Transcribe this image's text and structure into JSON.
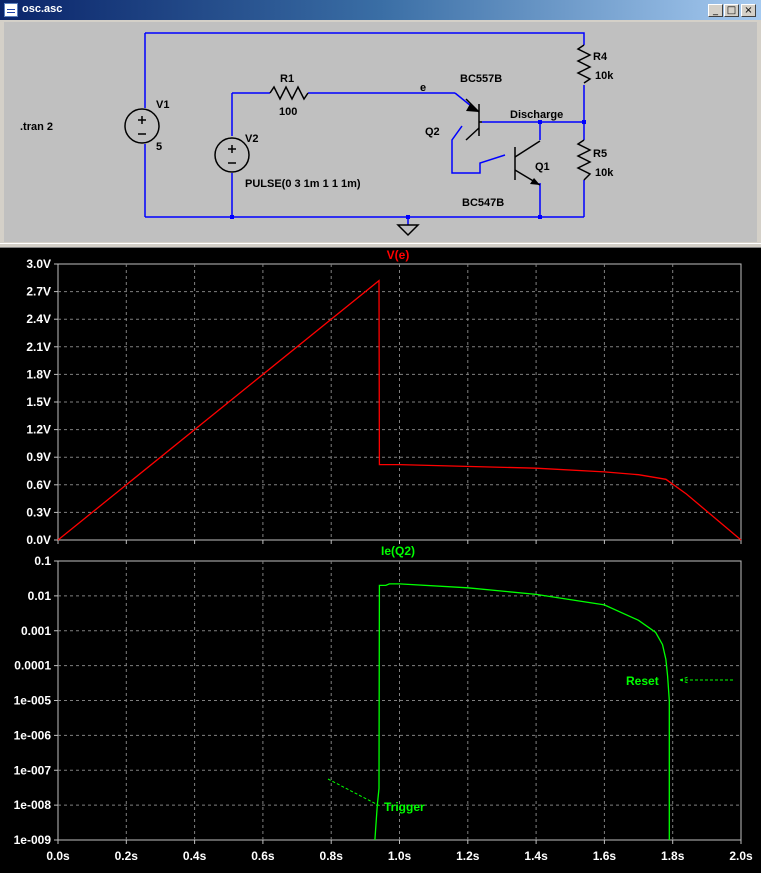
{
  "window": {
    "title": "osc.asc",
    "buttons": {
      "minimize": "_",
      "maximize": "□",
      "close": "×"
    }
  },
  "schematic": {
    "directive": ".tran 2",
    "v1": {
      "name": "V1",
      "value": "5"
    },
    "v2": {
      "name": "V2",
      "value": "PULSE(0 3 1m 1 1 1m)"
    },
    "r1": {
      "name": "R1",
      "value": "100"
    },
    "r4": {
      "name": "R4",
      "value": "10k"
    },
    "r5": {
      "name": "R5",
      "value": "10k"
    },
    "q1": {
      "name": "Q1",
      "model": "BC547B"
    },
    "q2": {
      "name": "Q2",
      "model": "BC557B"
    },
    "net_e": "e",
    "net_discharge": "Discharge",
    "colors": {
      "wire": "#0000ff",
      "component": "#000000",
      "background": "#c0c0c0"
    }
  },
  "plots": {
    "colors": {
      "background": "#000000",
      "grid": "#808080",
      "axis_text": "#ffffff",
      "frame": "#c0c0c0",
      "trace1": "#ff0000",
      "trace2": "#00ff00"
    },
    "annotations": {
      "reset": "Reset",
      "trigger": "Trigger"
    }
  },
  "chart_data": [
    {
      "type": "line",
      "title": "V(e)",
      "xlim": [
        0,
        2.0
      ],
      "ylim": [
        0,
        3.0
      ],
      "x_ticks": [
        "0.0s",
        "0.2s",
        "0.4s",
        "0.6s",
        "0.8s",
        "1.0s",
        "1.2s",
        "1.4s",
        "1.6s",
        "1.8s",
        "2.0s"
      ],
      "y_ticks": [
        "0.0V",
        "0.3V",
        "0.6V",
        "0.9V",
        "1.2V",
        "1.5V",
        "1.8V",
        "2.1V",
        "2.4V",
        "2.7V",
        "3.0V"
      ],
      "series": [
        {
          "name": "V(e)",
          "color": "#ff0000",
          "x": [
            0,
            0.5,
            0.94,
            0.941,
            1.0,
            1.4,
            1.6,
            1.7,
            1.78,
            1.84,
            2.0
          ],
          "y": [
            0,
            1.5,
            2.82,
            0.82,
            0.82,
            0.78,
            0.74,
            0.71,
            0.66,
            0.5,
            0
          ]
        }
      ]
    },
    {
      "type": "line",
      "title": "Ie(Q2)",
      "scale": "log",
      "xlim": [
        0,
        2.0
      ],
      "ylim": [
        1e-09,
        0.1
      ],
      "x_ticks": [
        "0.0s",
        "0.2s",
        "0.4s",
        "0.6s",
        "0.8s",
        "1.0s",
        "1.2s",
        "1.4s",
        "1.6s",
        "1.8s",
        "2.0s"
      ],
      "y_ticks": [
        "0.1",
        "0.01",
        "0.001",
        "0.0001",
        "1e-005",
        "1e-006",
        "1e-007",
        "1e-008",
        "1e-009"
      ],
      "series": [
        {
          "name": "Ie(Q2)",
          "color": "#00ff00",
          "x": [
            0.928,
            0.935,
            0.94,
            0.941,
            0.96,
            0.97,
            1.0,
            1.2,
            1.4,
            1.6,
            1.7,
            1.75,
            1.77,
            1.78,
            1.785,
            1.79,
            1.79
          ],
          "y": [
            1e-09,
            1e-08,
            3e-08,
            0.02,
            0.02,
            0.022,
            0.022,
            0.017,
            0.011,
            0.0055,
            0.002,
            0.0009,
            0.0004,
            0.00015,
            5e-05,
            1e-05,
            1e-09
          ]
        }
      ]
    }
  ]
}
